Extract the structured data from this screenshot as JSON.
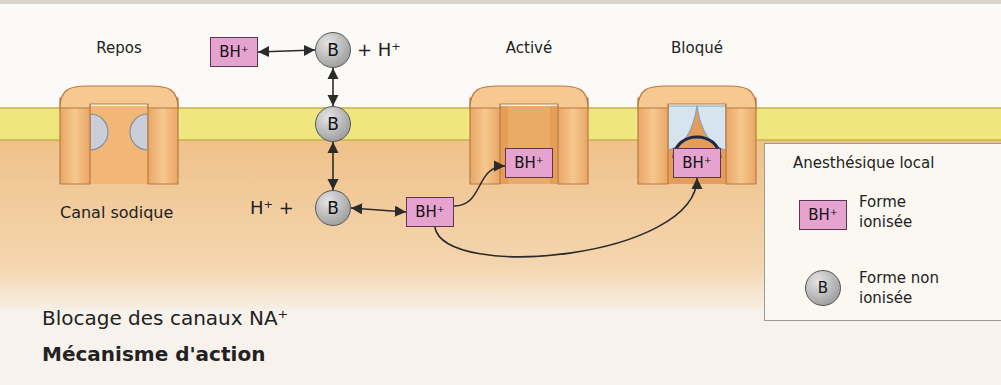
{
  "diagram": {
    "title": "Blocage des canaux NA⁺",
    "caption": "Mécanisme d'action",
    "nodes": [
      {
        "text": [
          "Repos"
        ]
      },
      {
        "text": [
          "BH⁺"
        ]
      },
      {
        "text": [
          "B"
        ]
      },
      {
        "text": [
          "B"
        ]
      },
      {
        "text": [
          "B"
        ]
      },
      {
        "text": [
          "BH⁺"
        ]
      },
      {
        "text": [
          "Activé"
        ]
      },
      {
        "text": [
          "BH⁺"
        ],
        "in": 6
      },
      {
        "text": [
          "Bloqué"
        ]
      },
      {
        "text": [
          "BH⁺"
        ],
        "in": 8
      }
    ],
    "edges": [
      {
        "from": 1,
        "to": 2,
        "arrow": "both"
      },
      {
        "from": 2,
        "to": 3,
        "arrow": "both"
      },
      {
        "from": 3,
        "to": 4,
        "arrow": "both"
      },
      {
        "from": 4,
        "to": 5,
        "arrow": "both"
      },
      {
        "from": 5,
        "to": 7,
        "arrow": "to"
      },
      {
        "from": 5,
        "to": 9,
        "arrow": "to"
      }
    ],
    "labels": [
      "+ H⁺",
      "H⁺ +",
      "Canal sodique",
      "Anesthésique local",
      "BH⁺",
      "B"
    ],
    "legend": [
      {
        "text": "Forme ionisée",
        "color": "#e7a3d0"
      },
      {
        "text": "Forme non ionisée"
      }
    ]
  }
}
